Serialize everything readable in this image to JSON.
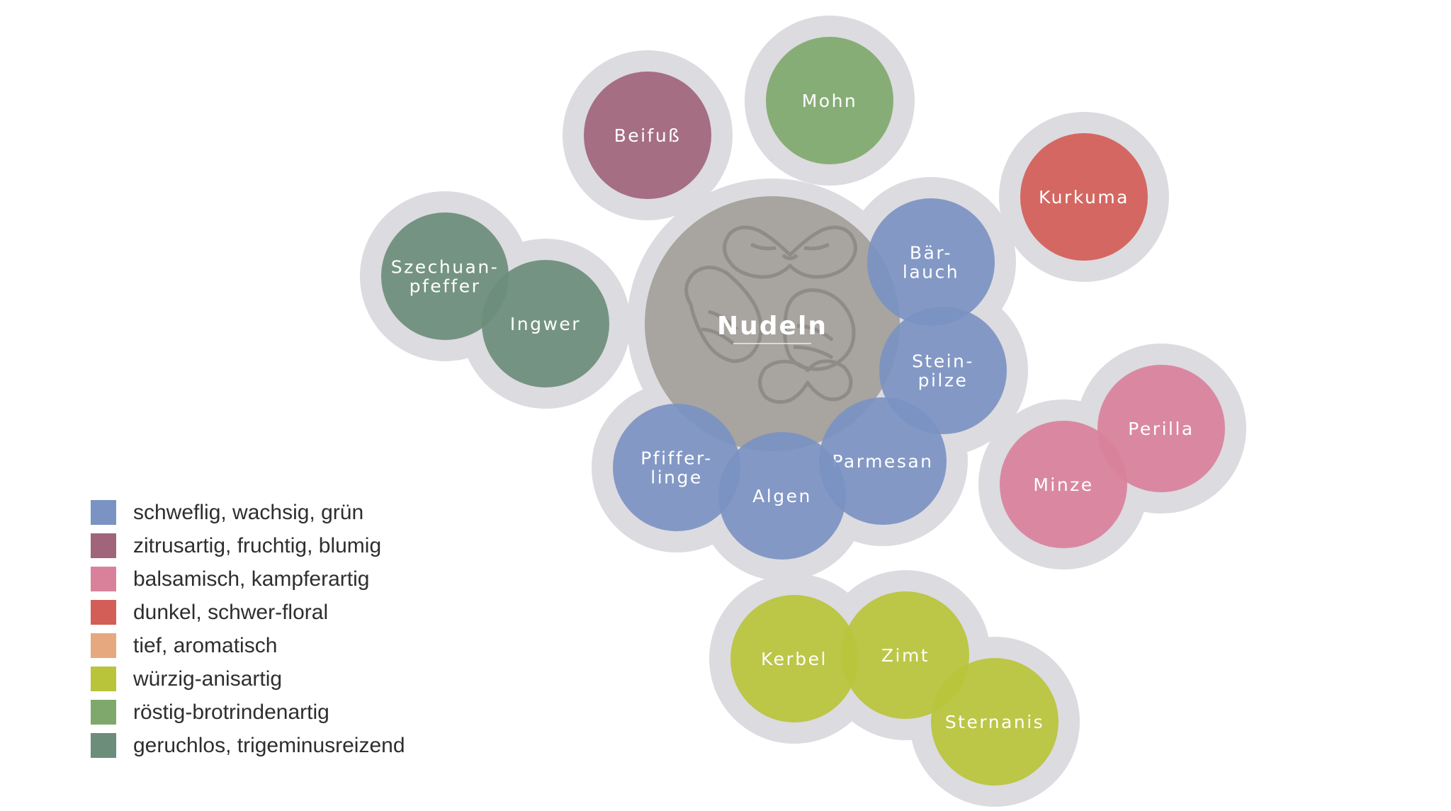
{
  "center": {
    "label": "Nudeln",
    "fill": "#a8a4a0",
    "icon": "farfalle-pasta-icon"
  },
  "groups": [
    {
      "id": "mohn",
      "nodes": [
        {
          "label": [
            "Mohn"
          ],
          "category": "röstig"
        }
      ]
    },
    {
      "id": "beifuss",
      "nodes": [
        {
          "label": [
            "Beifuß"
          ],
          "category": "zitrus"
        }
      ]
    },
    {
      "id": "kurkuma",
      "nodes": [
        {
          "label": [
            "Kurkuma"
          ],
          "category": "dunkel"
        }
      ]
    },
    {
      "id": "szechuan-ingwer",
      "nodes": [
        {
          "label": [
            "Szechuan-",
            "pfeffer"
          ],
          "category": "geruchlos"
        },
        {
          "label": [
            "Ingwer"
          ],
          "category": "geruchlos"
        }
      ]
    },
    {
      "id": "nudeln",
      "nodes": [
        {
          "label": [
            "Bär-",
            "lauch"
          ],
          "category": "schweflig"
        },
        {
          "label": [
            "Stein-",
            "pilze"
          ],
          "category": "schweflig"
        },
        {
          "label": [
            "Parmesan"
          ],
          "category": "schweflig"
        },
        {
          "label": [
            "Algen"
          ],
          "category": "schweflig"
        },
        {
          "label": [
            "Pfiffer-",
            "linge"
          ],
          "category": "schweflig"
        }
      ]
    },
    {
      "id": "minze-perilla",
      "nodes": [
        {
          "label": [
            "Perilla"
          ],
          "category": "balsamisch"
        },
        {
          "label": [
            "Minze"
          ],
          "category": "balsamisch"
        }
      ]
    },
    {
      "id": "kerbel-zimt-sternanis",
      "nodes": [
        {
          "label": [
            "Kerbel"
          ],
          "category": "würzig"
        },
        {
          "label": [
            "Zimt"
          ],
          "category": "würzig"
        },
        {
          "label": [
            "Sternanis"
          ],
          "category": "würzig"
        }
      ]
    }
  ],
  "legend": [
    {
      "key": "schweflig",
      "label": "schweflig, wachsig, grün",
      "color": "#7b93c2"
    },
    {
      "key": "zitrus",
      "label": "zitrusartig, fruchtig, blumig",
      "color": "#a0657a"
    },
    {
      "key": "balsamisch",
      "label": "balsamisch, kampferartig",
      "color": "#d9819b"
    },
    {
      "key": "dunkel",
      "label": "dunkel, schwer-floral",
      "color": "#d35d57"
    },
    {
      "key": "tief",
      "label": "tief, aromatisch",
      "color": "#e6a97f"
    },
    {
      "key": "würzig",
      "label": "würzig-anisartig",
      "color": "#b9c43a"
    },
    {
      "key": "röstig",
      "label": "röstig-brotrindenartig",
      "color": "#7fa96c"
    },
    {
      "key": "geruchlos",
      "label": "geruchlos, trigeminusreizend",
      "color": "#6b8d7a"
    }
  ],
  "colors": {
    "halo": "#dcdbdf",
    "text": "#ffffff",
    "legend_text": "#2e2e2e"
  }
}
